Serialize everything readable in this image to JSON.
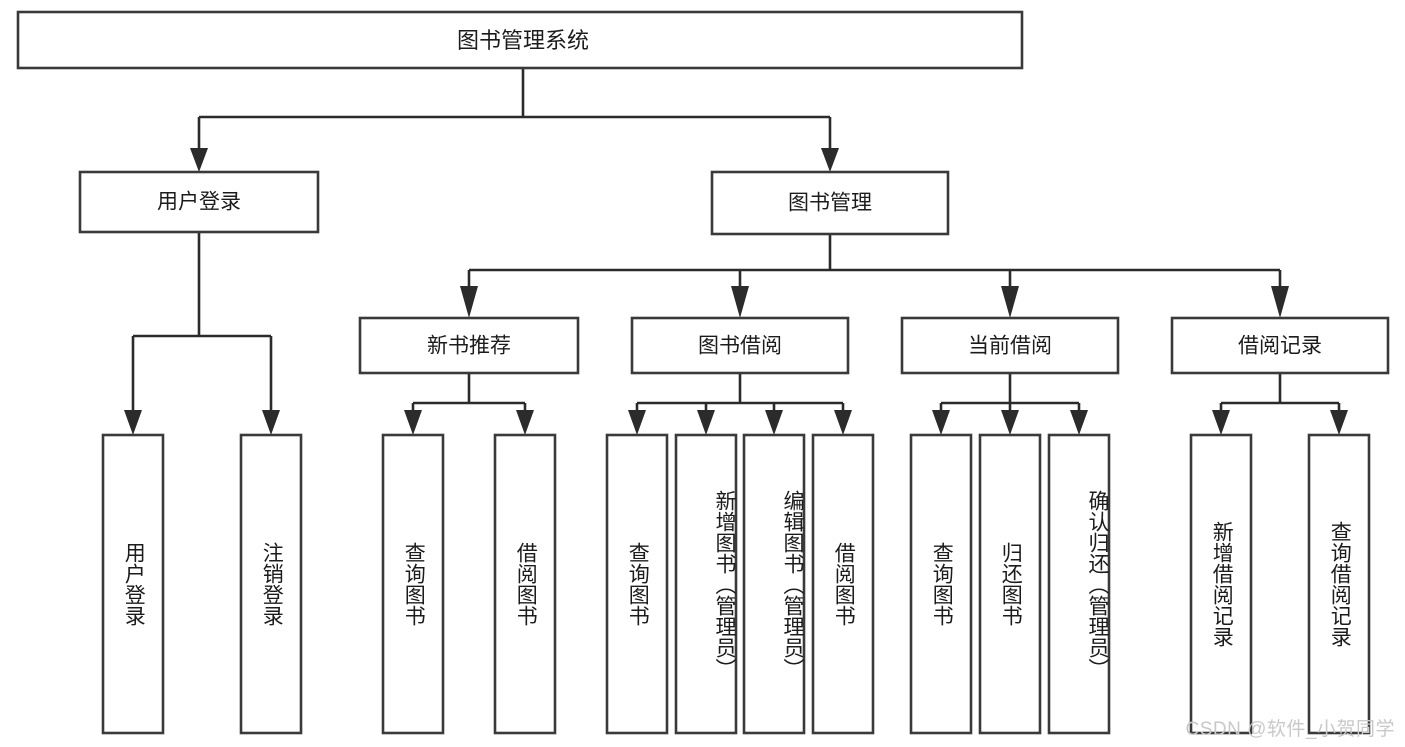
{
  "diagram": {
    "type": "tree-hierarchy",
    "title": "图书管理系统",
    "watermark": "CSDN @软件_小贺同学",
    "colors": {
      "background": "#ffffff",
      "box_stroke": "#3a3a3a",
      "connector": "#2b2b2b",
      "text": "#1c1c1c",
      "watermark": "#c9c9c9"
    },
    "root": {
      "id": "root",
      "label": "图书管理系统",
      "orientation": "horizontal"
    },
    "level1": [
      {
        "id": "user-login",
        "label": "用户登录",
        "orientation": "horizontal"
      },
      {
        "id": "book-manage",
        "label": "图书管理",
        "orientation": "horizontal"
      }
    ],
    "level2": [
      {
        "id": "new-book-recommend",
        "label": "新书推荐",
        "parent": "book-manage",
        "orientation": "horizontal"
      },
      {
        "id": "book-borrow",
        "label": "图书借阅",
        "parent": "book-manage",
        "orientation": "horizontal"
      },
      {
        "id": "current-borrow",
        "label": "当前借阅",
        "parent": "book-manage",
        "orientation": "horizontal"
      },
      {
        "id": "borrow-record",
        "label": "借阅记录",
        "parent": "book-manage",
        "orientation": "horizontal"
      }
    ],
    "leaves": [
      {
        "id": "leaf-user-login",
        "label": "用户登录",
        "parent": "user-login",
        "orientation": "vertical"
      },
      {
        "id": "leaf-user-logout",
        "label": "注销登录",
        "parent": "user-login",
        "orientation": "vertical"
      },
      {
        "id": "leaf-query-book-1",
        "label": "查询图书",
        "parent": "new-book-recommend",
        "orientation": "vertical"
      },
      {
        "id": "leaf-borrow-book-1",
        "label": "借阅图书",
        "parent": "new-book-recommend",
        "orientation": "vertical"
      },
      {
        "id": "leaf-query-book-2",
        "label": "查询图书",
        "parent": "book-borrow",
        "orientation": "vertical"
      },
      {
        "id": "leaf-add-book",
        "label": "新增图书（管理员）",
        "parent": "book-borrow",
        "orientation": "vertical"
      },
      {
        "id": "leaf-edit-book",
        "label": "编辑图书（管理员）",
        "parent": "book-borrow",
        "orientation": "vertical"
      },
      {
        "id": "leaf-borrow-book-2",
        "label": "借阅图书",
        "parent": "book-borrow",
        "orientation": "vertical"
      },
      {
        "id": "leaf-query-book-3",
        "label": "查询图书",
        "parent": "current-borrow",
        "orientation": "vertical"
      },
      {
        "id": "leaf-return-book",
        "label": "归还图书",
        "parent": "current-borrow",
        "orientation": "vertical"
      },
      {
        "id": "leaf-confirm-return",
        "label": "确认归还（管理员）",
        "parent": "current-borrow",
        "orientation": "vertical"
      },
      {
        "id": "leaf-add-record",
        "label": "新增借阅记录",
        "parent": "borrow-record",
        "orientation": "vertical"
      },
      {
        "id": "leaf-query-record",
        "label": "查询借阅记录",
        "parent": "borrow-record",
        "orientation": "vertical"
      }
    ]
  }
}
